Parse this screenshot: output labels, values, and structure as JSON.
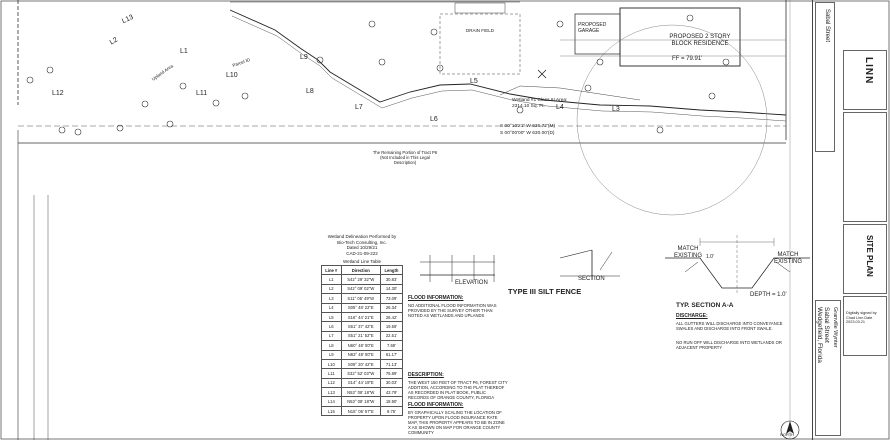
{
  "sheet": {
    "title_block": {
      "firm": "LINN",
      "project_name": "Granville Wynter",
      "street": "Sabal Street",
      "city_state": "Wedgefield, Florida",
      "sheet_title": "SITE PLAN",
      "seal_note": "Digitally signed by Chad Linn Date 2023.03.21",
      "road_label": "Sabal Street"
    },
    "plan_labels": {
      "residence": "PROPOSED 2 STORY BLOCK RESIDENCE",
      "ff": "FF = 79.91'",
      "garage": "PROPOSED GARAGE",
      "drain_field": "DRAIN FIELD",
      "wetland": "Wetland #1 Class III Area: 2314.10 Sq. Ft.",
      "bearing_1": "S 00°10'21\" W 636.72'(M)",
      "bearing_2": "S 00°00'00\" W 630.00'(D)",
      "upland": "Upland Area",
      "parcel_center": "Parcel ID",
      "remaining": "The Remaining Portion of Tract P6 (Not Included in This Legal Description)",
      "line_l1": "L1",
      "line_l2": "L2",
      "line_l3": "L3",
      "line_l4": "L4",
      "line_l5": "L5",
      "line_l6": "L6",
      "line_l7": "L7",
      "line_l8": "L8",
      "line_l9": "L9",
      "line_l10": "L10",
      "line_l11": "L11",
      "line_l12": "L12",
      "line_l13": "L13"
    },
    "wetland_table": {
      "heading_1": "Wetland Delineation Performed by",
      "heading_2": "Bio-Tech Consulting, Inc.",
      "heading_3": "Dated 10/29/21",
      "heading_4": "CAD-21-09-222",
      "caption": "Wetland Line Table",
      "columns": [
        "Line #",
        "Direction",
        "Length"
      ],
      "rows": [
        [
          "L1",
          "S42° 29' 32\"W",
          "30.83'"
        ],
        [
          "L2",
          "S42° 09' 02\"W",
          "14.30'"
        ],
        [
          "L3",
          "S11° 05' 49\"W",
          "73.09'"
        ],
        [
          "L4",
          "S05° 48' 22\"E",
          "26.34'"
        ],
        [
          "L5",
          "S16° 44' 21\"E",
          "26.42'"
        ],
        [
          "L6",
          "S61° 37' 42\"E",
          "19.59'"
        ],
        [
          "L7",
          "S51° 21' 52\"E",
          "22.51'"
        ],
        [
          "L8",
          "N60° 48' 00\"E",
          "7.69'"
        ],
        [
          "L9",
          "N63° 48' 00\"E",
          "61.17'"
        ],
        [
          "L10",
          "S09° 20' 42\"E",
          "71.13'"
        ],
        [
          "L11",
          "S32° 52' 03\"W",
          "75.89'"
        ],
        [
          "L12",
          "S14° 44' 19\"E",
          "30.03'"
        ],
        [
          "L13",
          "N53° 08' 18\"W",
          "43.79'"
        ],
        [
          "L14",
          "N53° 08' 18\"W",
          "18.90'"
        ],
        [
          "L15",
          "N15° 06' 57\"E",
          "9.75'"
        ]
      ]
    },
    "silt_fence": {
      "title": "TYPE III SILT FENCE",
      "elevation": "ELEVATION",
      "section": "SECTION"
    },
    "section_aa": {
      "title": "TYP. SECTION A-A",
      "match_left": "MATCH EXISTING",
      "match_right": "MATCH EXISTING",
      "depth": "DEPTH = 1.0'",
      "dim": "1.0'"
    },
    "notes": {
      "flood_title": "FLOOD INFORMATION:",
      "flood_body": "NO ADDITIONAL FLOOD INFORMATION WAS PROVIDED BY THE SURVEY OTHER THAN NOTED AS WETLANDS AND UPLANDS",
      "discharge_title": "DISCHARGE:",
      "discharge_body_1": "ALL GUTTERS WILL DISCHARGE INTO CONVEYANCE SWALES AND DISCHARGE INTO FRONT SWALE.",
      "discharge_body_2": "NO RUN OFF WILL DISCHARGE INTO WETLANDS OR ADJACENT PROPERTY",
      "description_title": "DESCRIPTION:",
      "description_body": "THE WEST 150 FEET OF TRACT P6, FOREST CITY ADDITION, ACCORDING TO THE PLAT THEREOF AS RECORDED IN PLAT BOOK, PUBLIC RECORDS OF ORANGE COUNTY, FLORIDA",
      "flood_title_2": "FLOOD INFORMATION:",
      "flood_body_2": "BY GRAPHICALLY SCALING THE LOCATION OF PROPERTY UPON FLOOD INSURANCE RATE MAP, THIS PROPERTY APPEARS TO BE IN ZONE X AS SHOWN ON MAP FOR ORANGE COUNTY COMMUNITY"
    },
    "north_arrow": "NORTH"
  }
}
